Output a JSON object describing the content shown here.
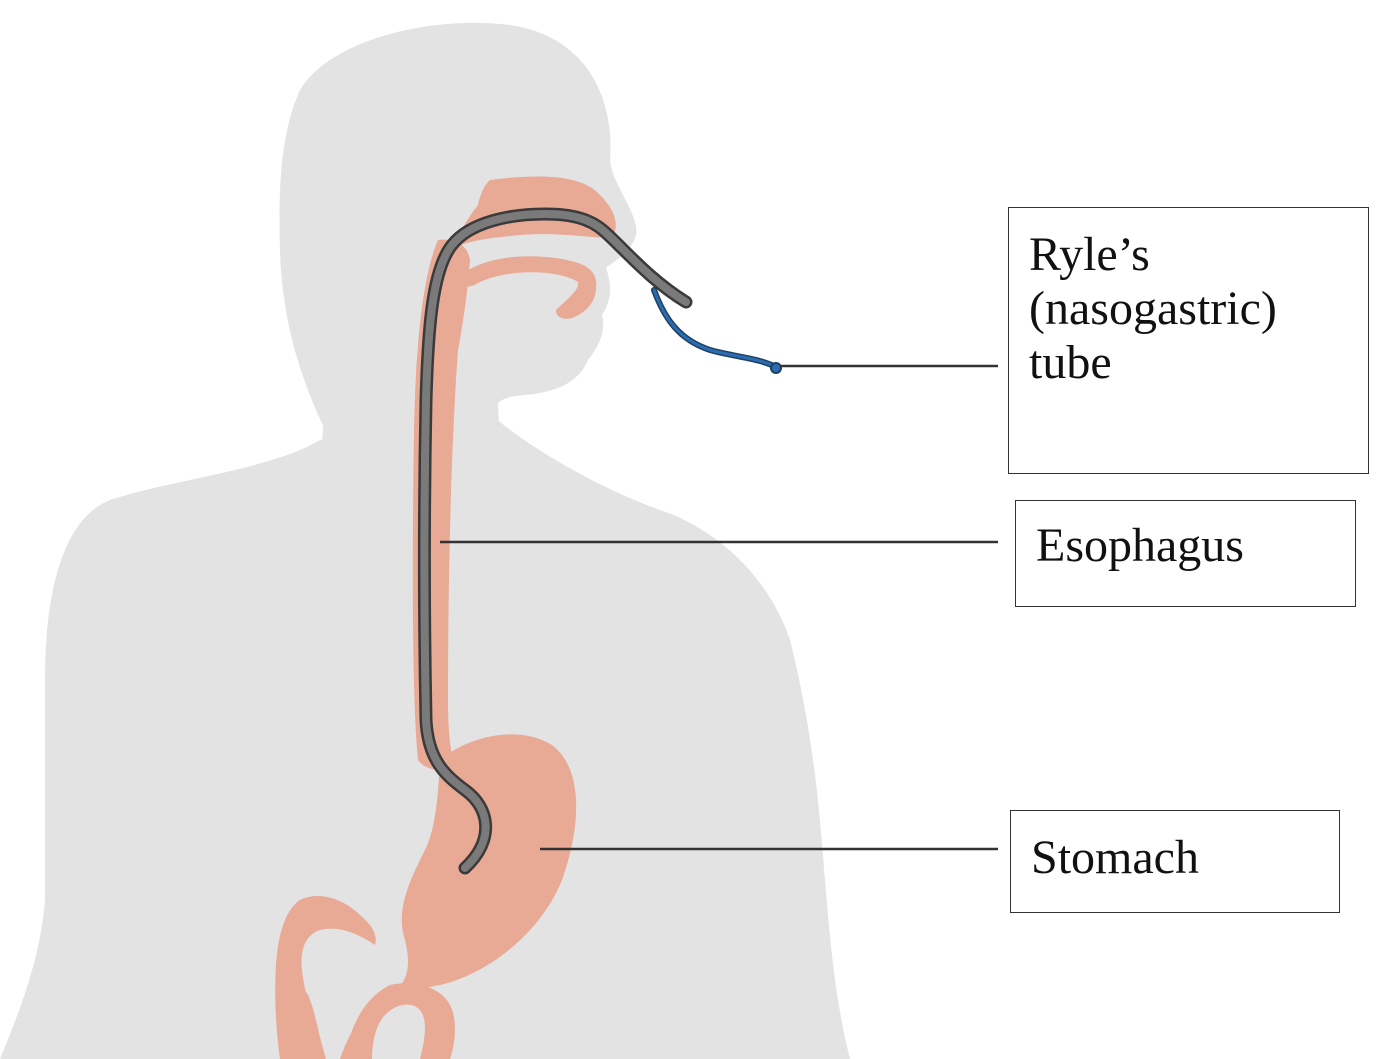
{
  "labels": {
    "tube": [
      "Ryle’s",
      "(nasogastric)",
      "tube"
    ],
    "esophagus": "Esophagus",
    "stomach": "Stomach"
  },
  "colors": {
    "silhouette": "#e3e3e3",
    "organ": "#e8a995",
    "tube": "#7a7a7a",
    "tube_outline": "#3a3a3a",
    "tube_tip": "#2a6db0",
    "leader_line": "#333333"
  }
}
